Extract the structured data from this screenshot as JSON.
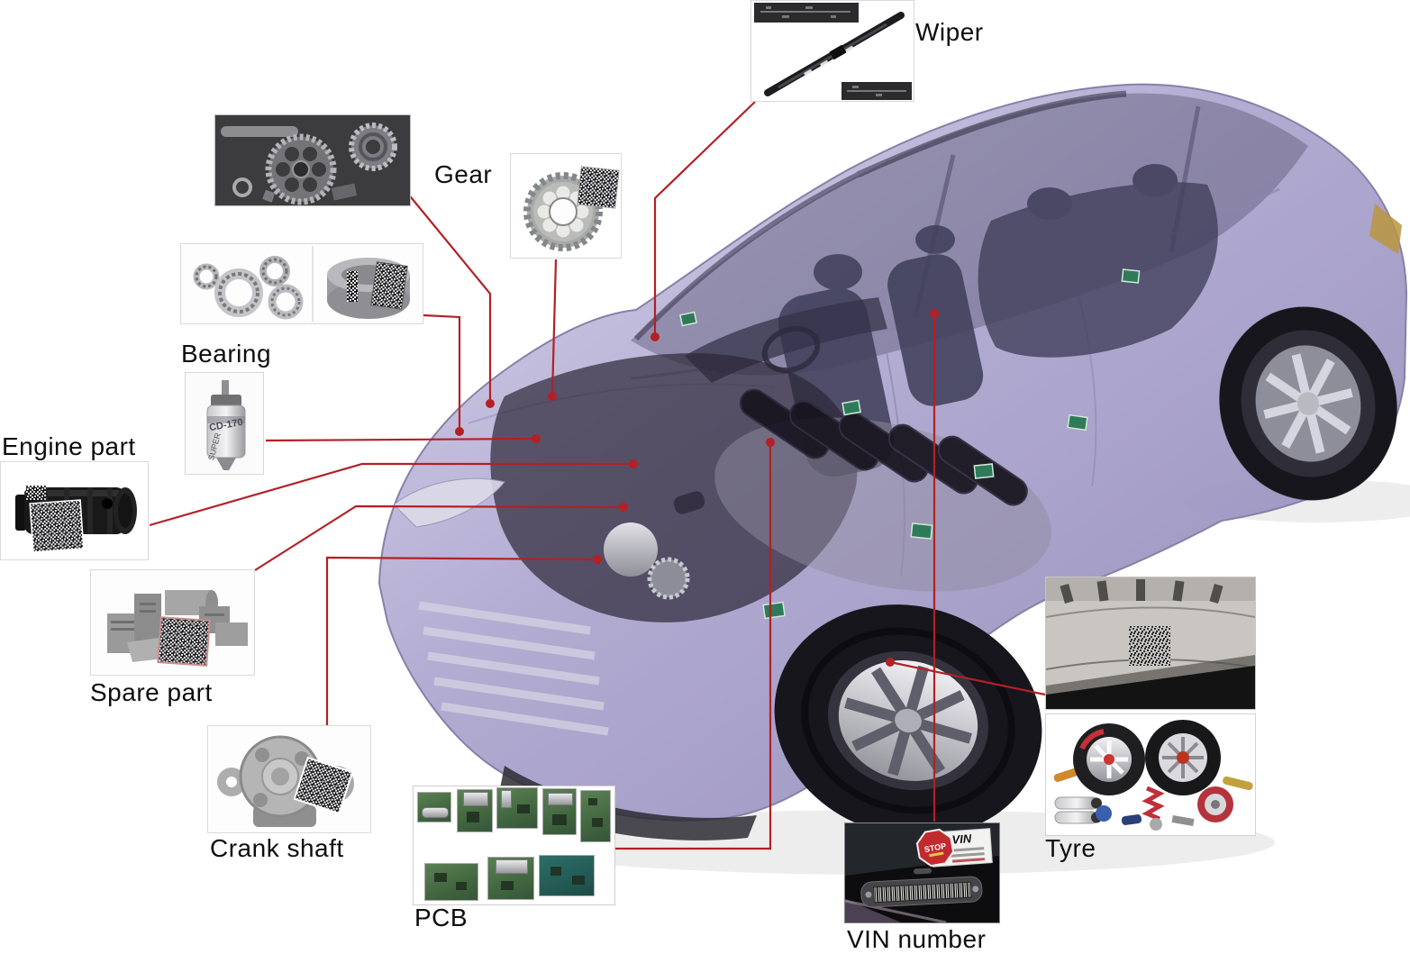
{
  "diagram": {
    "type": "car-parts-marking-diagram",
    "background_color": "#ffffff",
    "connector_color": "#b32025",
    "label_color": "#0e0e0e"
  },
  "labels": {
    "wiper": "Wiper",
    "gear": "Gear",
    "bearing": "Bearing",
    "engine_part": "Engine part",
    "spare_part": "Spare part",
    "crank_shaft": "Crank shaft",
    "pcb": "PCB",
    "vin_number": "VIN number",
    "tyre": "Tyre"
  },
  "inscriptions": {
    "injector_model": "CD-170",
    "injector_brand": "SUPER",
    "vin_stop_sticker": "STOP",
    "vin_label_sticker": "VIN"
  }
}
